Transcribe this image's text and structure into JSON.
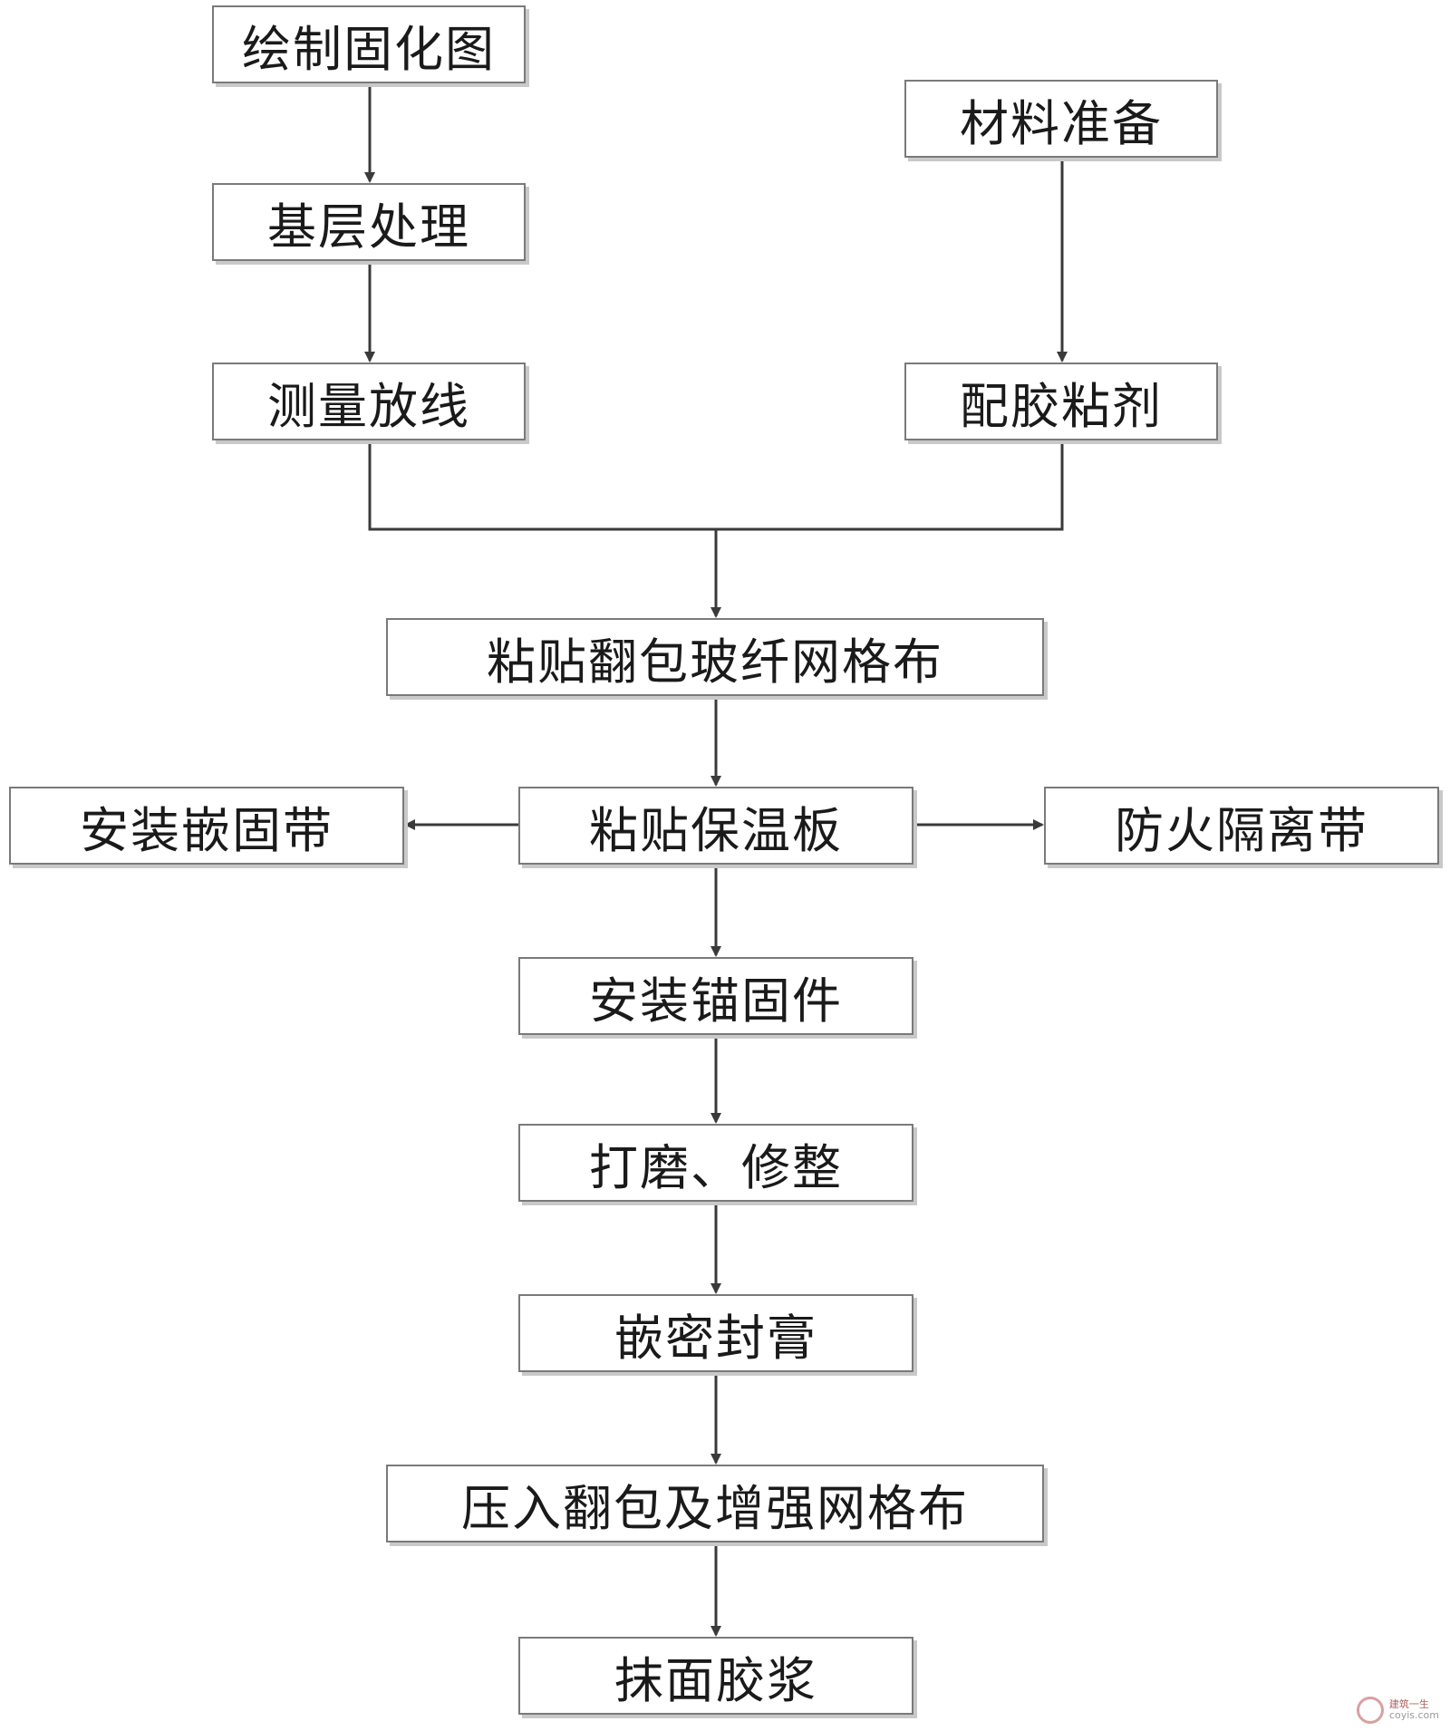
{
  "diagram": {
    "nodes": {
      "draw_drawing": "绘制固化图",
      "base_treatment": "基层处理",
      "survey_layout": "测量放线",
      "material_prep": "材料准备",
      "mix_adhesive": "配胶粘剂",
      "paste_fiberglass_mesh": "粘贴翻包玻纤网格布",
      "paste_insulation_board": "粘贴保温板",
      "install_embedded_strip": "安装嵌固带",
      "fire_isolation_strip": "防火隔离带",
      "install_anchors": "安装锚固件",
      "polish_trim": "打磨、修整",
      "seal_paste": "嵌密封膏",
      "press_mesh": "压入翻包及增强网格布",
      "apply_mortar": "抹面胶浆"
    },
    "edges": [
      [
        "draw_drawing",
        "base_treatment"
      ],
      [
        "base_treatment",
        "survey_layout"
      ],
      [
        "material_prep",
        "mix_adhesive"
      ],
      [
        "survey_layout",
        "paste_fiberglass_mesh"
      ],
      [
        "mix_adhesive",
        "paste_fiberglass_mesh"
      ],
      [
        "paste_fiberglass_mesh",
        "paste_insulation_board"
      ],
      [
        "paste_insulation_board",
        "install_embedded_strip"
      ],
      [
        "paste_insulation_board",
        "fire_isolation_strip"
      ],
      [
        "paste_insulation_board",
        "install_anchors"
      ],
      [
        "install_anchors",
        "polish_trim"
      ],
      [
        "polish_trim",
        "seal_paste"
      ],
      [
        "seal_paste",
        "press_mesh"
      ],
      [
        "press_mesh",
        "apply_mortar"
      ]
    ]
  },
  "watermark": {
    "text_cn": "建筑一生",
    "text_en": "coyis.com"
  },
  "colors": {
    "line": "#3a3a3a",
    "border": "#7a7a7a",
    "shadow": "#c9c9c9"
  }
}
